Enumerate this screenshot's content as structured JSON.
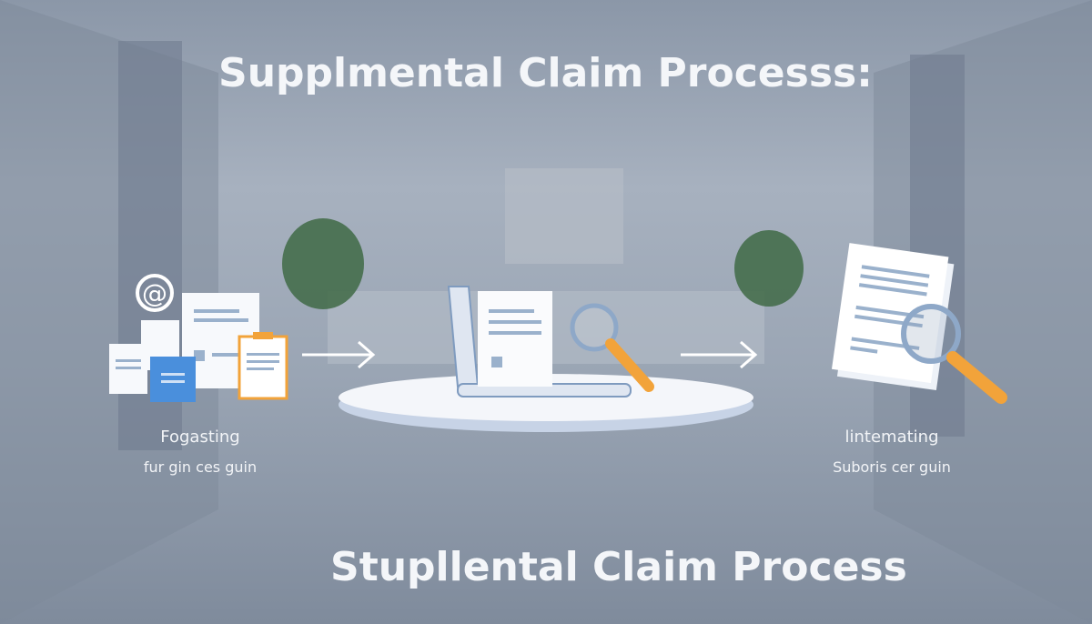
{
  "title_top": "Supplmental Claim Processs:",
  "title_bottom": "Stupllental Claim Process",
  "steps": [
    {
      "label": "Fogasting",
      "sublabel": "fur gin ces guin",
      "icon": "documents-icon"
    },
    {
      "label": "",
      "sublabel": "",
      "icon": "laptop-document-magnifier-icon"
    },
    {
      "label": "lintemating",
      "sublabel": "Suboris cer guin",
      "icon": "document-magnifier-icon"
    }
  ],
  "colors": {
    "accent_blue": "#4a8fdc",
    "accent_orange": "#f2a33a",
    "text": "#f4f6f9"
  }
}
